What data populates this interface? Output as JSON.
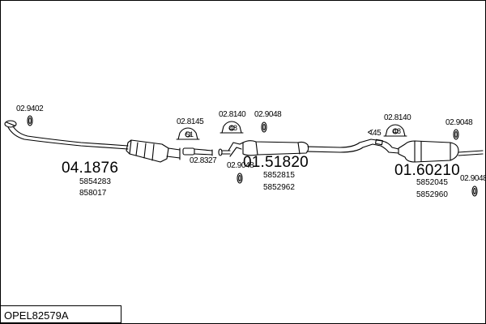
{
  "title": "OPEL82579A",
  "labels": {
    "front_gasket": "02.9402",
    "front_part_no": "04.1876",
    "front_oe_1": "5854283",
    "front_oe_2": "858017",
    "mount_1": "02.8145",
    "mount_1_tag": "51",
    "clamp_1": "02.8327",
    "mount_2": "02.8140",
    "mount_2_tag": "48",
    "mount_3": "02.9048",
    "mount_4": "02.9048",
    "middle_part_no": "01.51820",
    "middle_oe_1": "5852815",
    "middle_oe_2": "5852962",
    "angle": "45",
    "mount_5": "02.8140",
    "mount_5_tag": "48",
    "mount_6": "02.9048",
    "rear_part_no": "01.60210",
    "rear_oe_1": "5852045",
    "rear_oe_2": "5852960",
    "mount_7": "02.9048"
  }
}
